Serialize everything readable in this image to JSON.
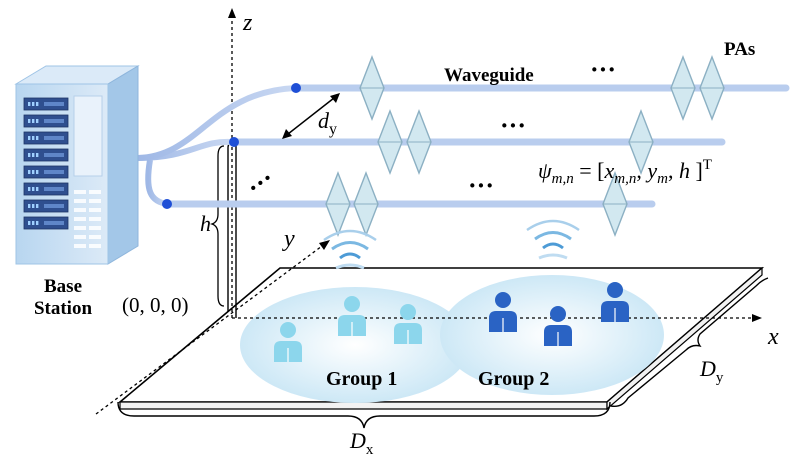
{
  "labels": {
    "z_axis": "z",
    "y_axis": "y",
    "x_axis": "x",
    "waveguide": "Waveguide",
    "pas": "PAs",
    "dy_base": "d",
    "dy_sub": "y",
    "h": "h",
    "origin": "(0, 0, 0)",
    "base_station_line1": "Base",
    "base_station_line2": "Station",
    "psi_main": "ψ",
    "psi_sub": "m,n",
    "psi_eq": " = [",
    "psi_x": "x",
    "psi_x_sub": "m,n",
    "psi_sep1": ", ",
    "psi_y": "y",
    "psi_y_sub": "m",
    "psi_sep2": ", ",
    "psi_h": "h",
    "psi_close": " ]",
    "psi_T": "T",
    "group1": "Group 1",
    "group2": "Group 2",
    "Dx_base": "D",
    "Dx_sub": "x",
    "Dy_base": "D",
    "Dy_sub": "y",
    "ellipsis": "···"
  },
  "colors": {
    "waveguide": "#a9c1e8",
    "feed_dot": "#1f4fd6",
    "pa_fill": "#d2e8f0",
    "pa_stroke": "#8cb0c3",
    "group1_person": "#8cd6ec",
    "group2_person": "#2a63c4",
    "group_ellipse": "#d6eef8",
    "signal": "#4d9bd6",
    "server_body": "#c7dff3",
    "server_side": "#9fc4e6",
    "server_slot": "#2f4f8f"
  }
}
